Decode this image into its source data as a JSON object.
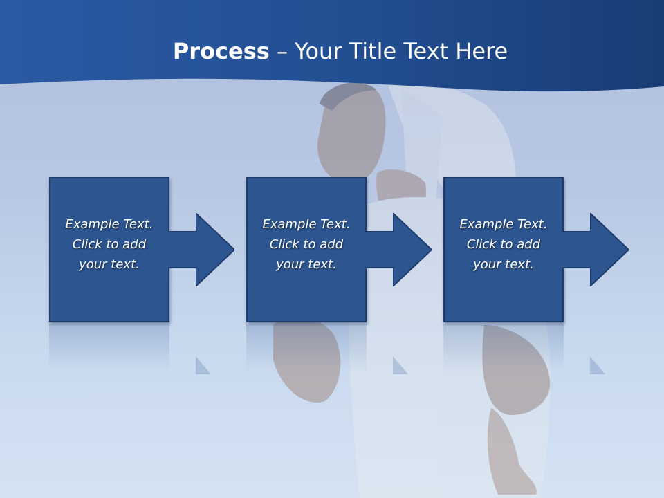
{
  "title": {
    "bold": "Process",
    "rest": " – Your Title Text Here"
  },
  "steps": [
    {
      "label_line1": "Example Text.",
      "label_line2": "Click  to add",
      "label_line3": "your text."
    },
    {
      "label_line1": "Example Text.",
      "label_line2": "Click  to add",
      "label_line3": "your text."
    },
    {
      "label_line1": "Example Text.",
      "label_line2": "Click  to add",
      "label_line3": "your text."
    }
  ],
  "colors": {
    "header": "#1f4a8c",
    "box": "#2d5590",
    "box_border": "#1e3c6c",
    "background": "#b9c9e4"
  }
}
